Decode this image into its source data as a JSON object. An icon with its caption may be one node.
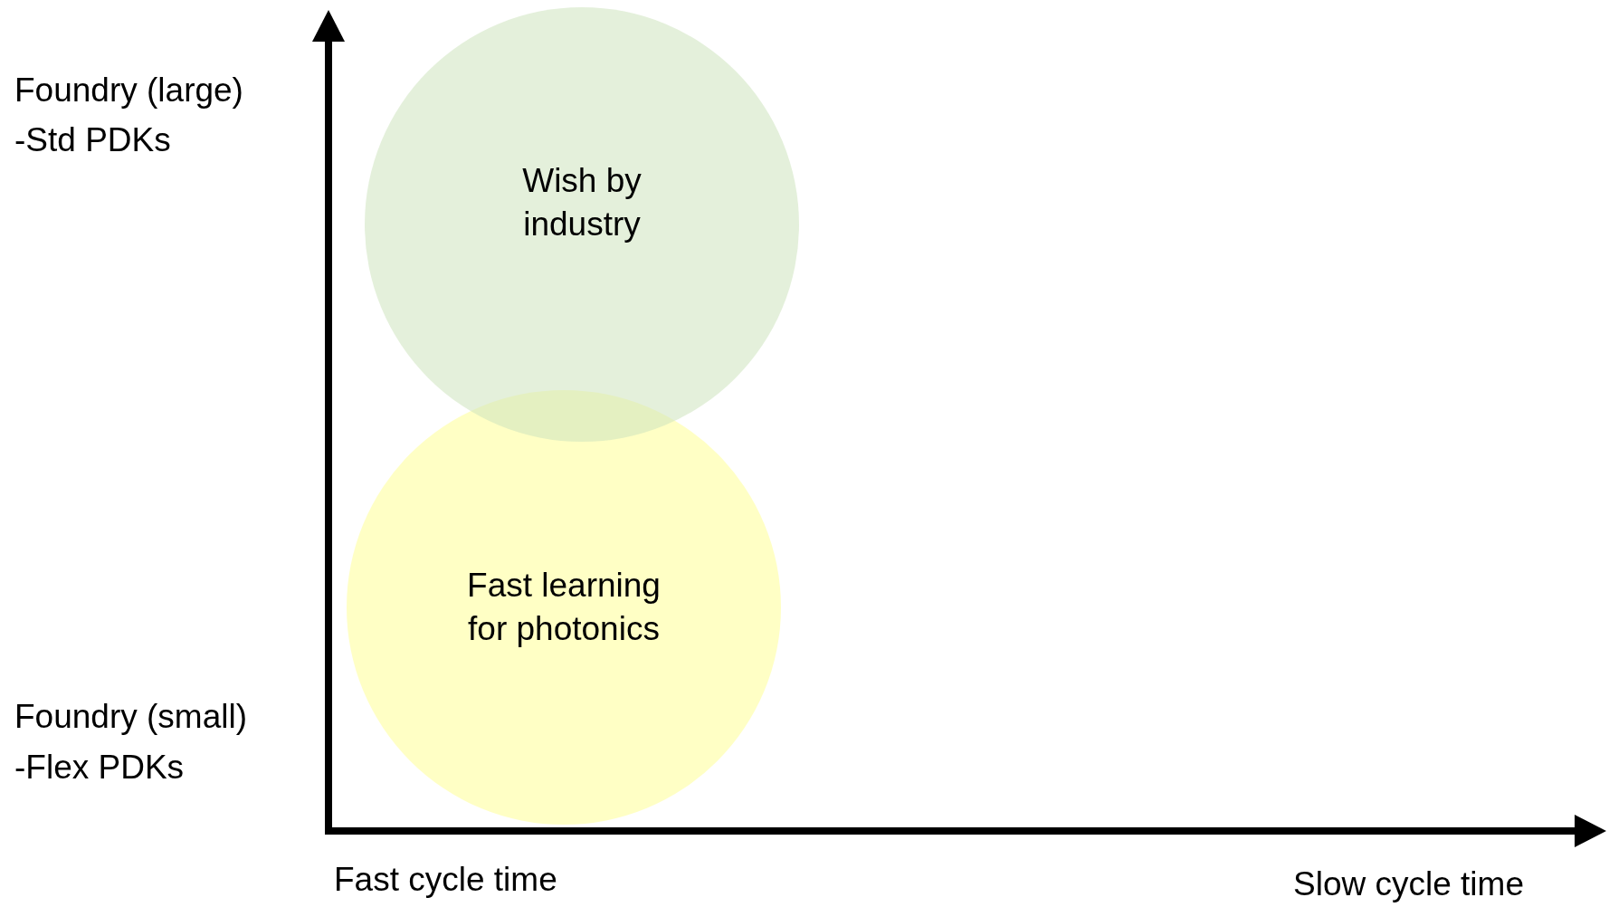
{
  "diagram": {
    "nodes": [
      {
        "text": [
          "Wish by industry"
        ]
      },
      {
        "text": [
          "Fast learning for photonics"
        ]
      }
    ],
    "labels": [
      "Foundry (large)",
      "-Std PDKs",
      "Foundry (small)",
      "-Flex PDKs",
      "Fast cycle time",
      "Slow cycle time"
    ]
  }
}
